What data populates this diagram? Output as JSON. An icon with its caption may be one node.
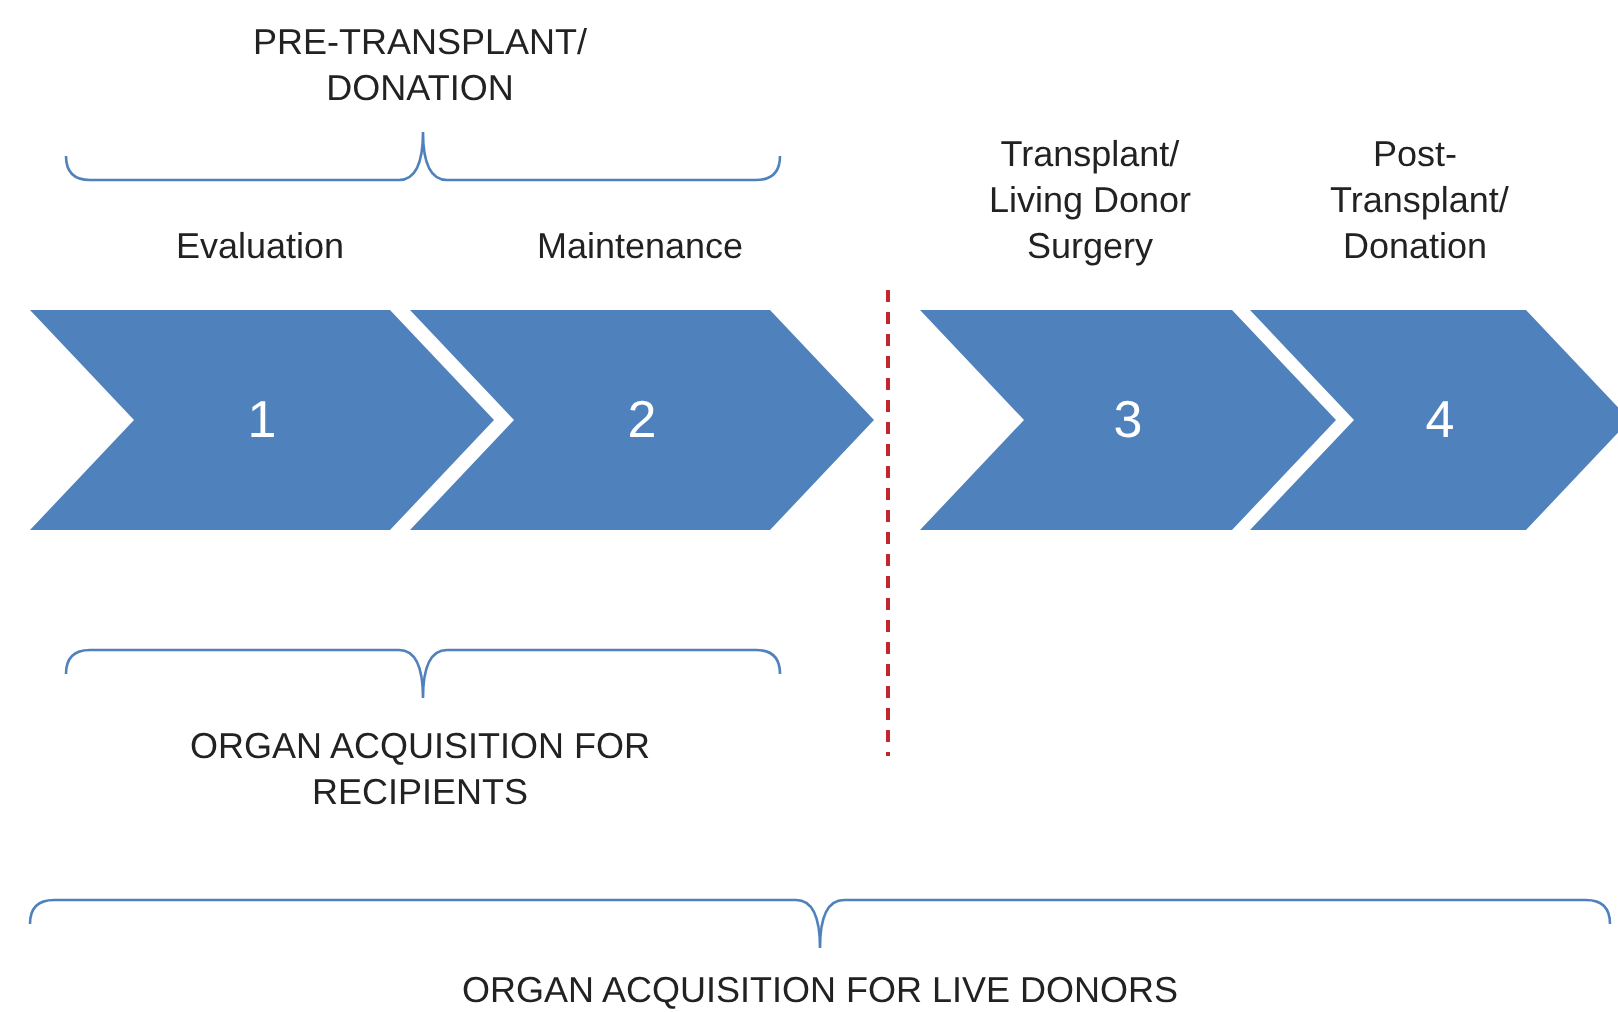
{
  "diagram": {
    "nodes": [
      {
        "text": [
          "1"
        ],
        "beside": [
          "Evaluation"
        ]
      },
      {
        "text": [
          "2"
        ],
        "beside": [
          "Maintenance"
        ]
      },
      {
        "text": [
          "3"
        ],
        "beside": [
          "Transplant/ Living Donor Surgery"
        ]
      },
      {
        "text": [
          "4"
        ],
        "beside": [
          "Post- Transplant/ Donation"
        ]
      }
    ],
    "labels": [
      "PRE-TRANSPLANT/ DONATION",
      "ORGAN ACQUISITION FOR RECIPIENTS",
      "ORGAN ACQUISITION FOR LIVE DONORS"
    ]
  }
}
